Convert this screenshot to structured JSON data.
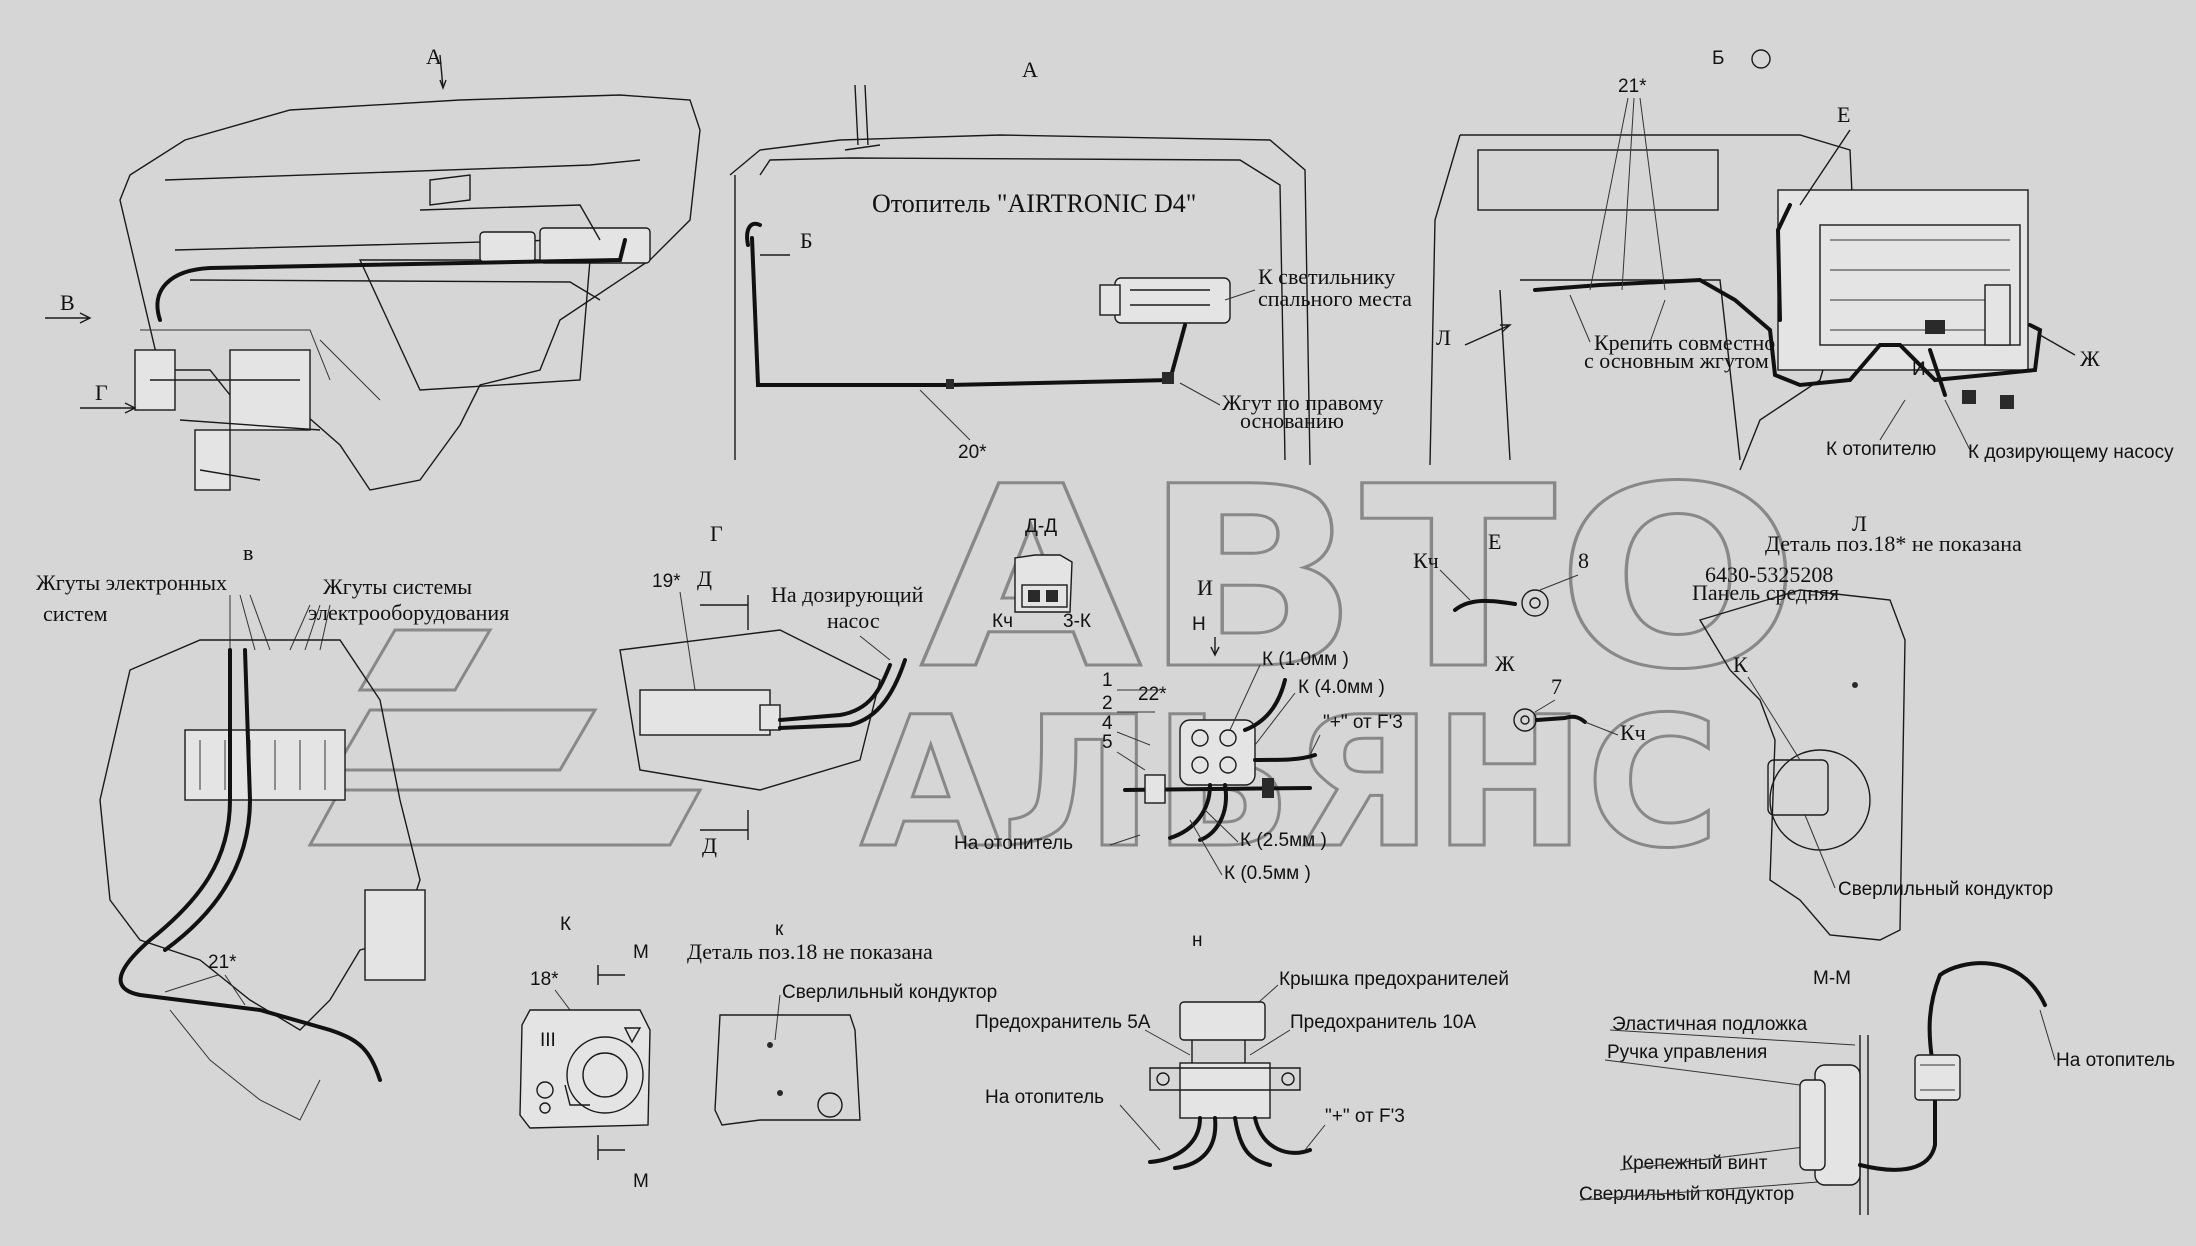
{
  "views": {
    "view_A_left": "А",
    "view_A": "А",
    "view_B": "Б",
    "view_V": "в",
    "view_G": "Г",
    "view_K1": "К",
    "view_K2": "к",
    "view_N": "н",
    "view_MM": "М-М",
    "view_DD": "Д-Д",
    "view_E": "Е",
    "view_L": "Л"
  },
  "arrows": {
    "v": "В",
    "g": "Г",
    "b": "Б",
    "d_top": "Д",
    "d_bottom": "Д",
    "i": "И",
    "n": "Н",
    "e": "Е",
    "zh": "Ж",
    "l": "Л",
    "k": "К",
    "m_top": "М",
    "m_bottom": "М"
  },
  "labels": {
    "heater_title": "Отопитель \"AIRTRONIC D4\"",
    "to_lamp": "К  светильнику",
    "sleeping_place": "спального места",
    "harness_right_1": "Жгут по правому",
    "harness_right_2": "основанию",
    "fasten_1": "Крепить совместно",
    "fasten_2": "с основным жгутом",
    "to_heater": "К отопителю",
    "to_dosing_pump": "К дозирующему насосу",
    "detail18_not_shown": "Деталь поз.18* не показана",
    "panel_code": "6430-5325208",
    "panel_middle": "Панель средняя",
    "electronic_harness_1": "Жгуты электронных",
    "electronic_harness_2": "систем",
    "electrical_harness_1": "Жгуты системы",
    "electrical_harness_2": "электрооборудования",
    "on_dosing_pump_1": "На дозирующий",
    "on_dosing_pump_2": "насос",
    "kch_1": "Кч",
    "pin_3k": "3-К",
    "kch_2": "Кч",
    "k_1mm": "К (1.0мм )",
    "k_4mm": "К (4.0мм )",
    "plus_f3": "\"+\" от F'3",
    "on_heater": "На отопитель",
    "k_25mm": "К (2.5мм )",
    "k_05mm": "К (0.5мм )",
    "drilling_jig": "Сверлильный кондуктор",
    "detail18_k": "Деталь поз.18 не показана",
    "drilling_jig_k": "Сверлильный кондуктор",
    "fuse_cover": "Крышка предохранителей",
    "fuse_5a": "Предохранитель 5А",
    "fuse_10a": "Предохранитель 10А",
    "on_heater_n": "На отопитель",
    "plus_f3_n": "\"+\" от F'3",
    "elastic_pad": "Эластичная подложка",
    "control_knob": "Ручка управления",
    "fixing_screw": "Крепежный винт",
    "drilling_jig_m": "Сверлильный кондуктор",
    "on_heater_m": "На отопитель",
    "k_right": "К"
  },
  "positions": {
    "p20": "20*",
    "p21a": "21*",
    "p21b": "21*",
    "p19": "19*",
    "p22": "22*",
    "p18": "18*",
    "p8": "8",
    "p7": "7",
    "n1": "1",
    "n2": "2",
    "n4": "4",
    "n5": "5",
    "knob_marker": "III"
  },
  "watermark": {
    "line1": "АВТО",
    "line2": "АЛЬЯНС"
  }
}
